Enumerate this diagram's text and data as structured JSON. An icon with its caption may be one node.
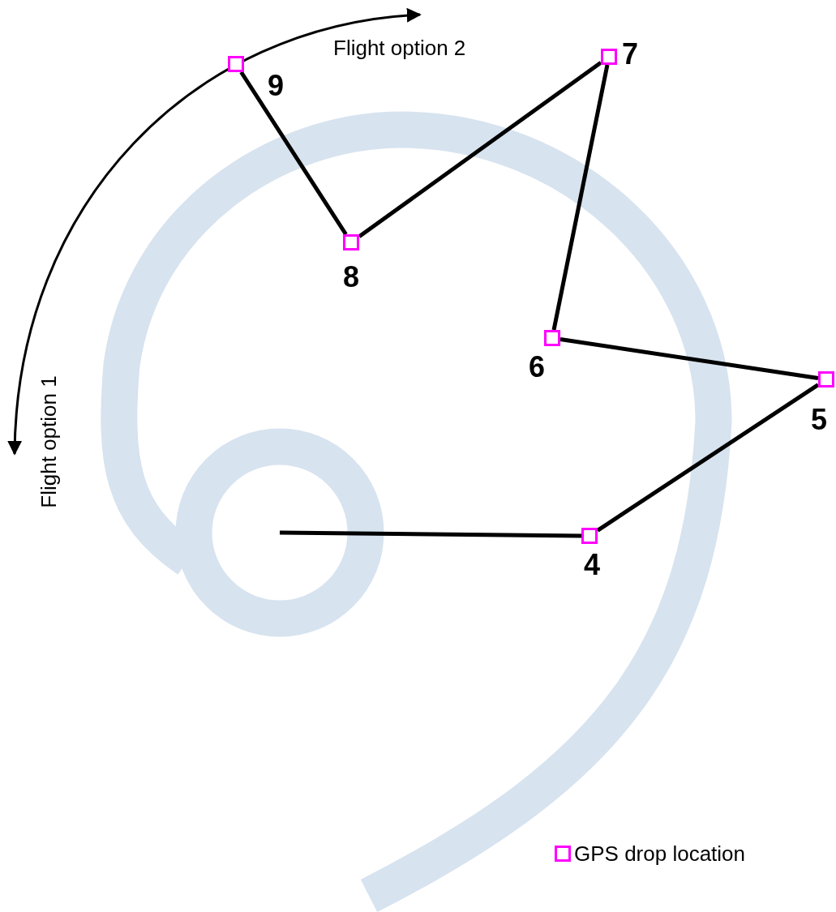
{
  "diagram": {
    "nodes": [
      {
        "text": [],
        "shape": "box",
        "beside": [
          "4"
        ]
      },
      {
        "text": [],
        "shape": "box",
        "beside": [
          "5"
        ]
      },
      {
        "text": [],
        "shape": "box",
        "beside": [
          "6"
        ]
      },
      {
        "text": [],
        "shape": "box",
        "beside": [
          "7"
        ]
      },
      {
        "text": [],
        "shape": "box",
        "beside": [
          "8"
        ]
      },
      {
        "text": [],
        "shape": "box",
        "beside": [
          "9"
        ]
      }
    ],
    "edges": [
      {
        "from": null,
        "to": 0,
        "arrow": "none"
      },
      {
        "from": 0,
        "to": 1,
        "arrow": "none"
      },
      {
        "from": 1,
        "to": 2,
        "arrow": "none"
      },
      {
        "from": 2,
        "to": 3,
        "arrow": "none"
      },
      {
        "from": 3,
        "to": 4,
        "arrow": "none"
      },
      {
        "from": 4,
        "to": 5,
        "arrow": "none"
      }
    ],
    "labels": [
      "Flight option 2",
      "Flight option 1"
    ],
    "legend": [
      {
        "text": "GPS drop location"
      }
    ]
  }
}
